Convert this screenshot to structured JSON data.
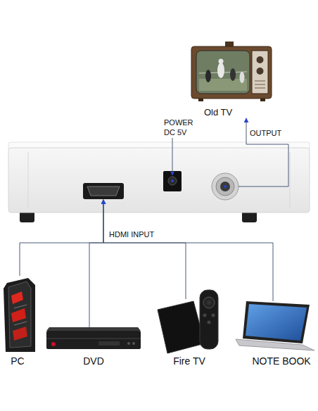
{
  "diagram": {
    "nodes": [
      {
        "text": [
          "Old TV"
        ]
      },
      {
        "text": [
          "POWER DC 5V"
        ]
      },
      {
        "text": [
          "PC"
        ]
      },
      {
        "text": [
          "DVD"
        ]
      },
      {
        "text": [
          "Fire TV"
        ]
      },
      {
        "text": [
          "NOTE BOOK"
        ]
      }
    ],
    "edges": [
      {
        "from": 1,
        "to": 0,
        "arrow": "to",
        "label": "OUTPUT"
      },
      {
        "from": 2,
        "to": 1,
        "arrow": "to"
      },
      {
        "from": 3,
        "to": 1,
        "arrow": "to"
      },
      {
        "from": 4,
        "to": 1,
        "arrow": "to"
      },
      {
        "from": 5,
        "to": 1,
        "arrow": "to"
      }
    ],
    "labels": [
      "HDMI INPUT"
    ]
  }
}
